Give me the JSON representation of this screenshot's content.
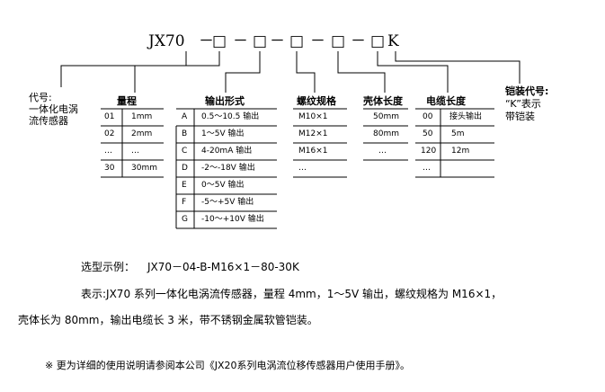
{
  "model_code": {
    "prefix": "JX70",
    "dash": "－",
    "box": "□",
    "suffix": "K"
  },
  "sensor_type": {
    "label": "代号:",
    "desc_line1": "一体化电涡",
    "desc_line2": "流传感器"
  },
  "range": {
    "header": "量程",
    "rows": [
      [
        "01",
        "1mm"
      ],
      [
        "02",
        "2mm"
      ],
      [
        "…",
        "…"
      ],
      [
        "30",
        "30mm"
      ]
    ]
  },
  "output": {
    "header": "输出形式",
    "rows": [
      [
        "A",
        "0.5～10.5 输出"
      ],
      [
        "B",
        "1～5V 输出"
      ],
      [
        "C",
        "4-20mA 输出"
      ],
      [
        "D",
        "-2～-18V 输出"
      ],
      [
        "E",
        "0～5V 输出"
      ],
      [
        "F",
        "-5～+5V 输出"
      ],
      [
        "G",
        "-10～+10V 输出"
      ]
    ]
  },
  "thread": {
    "header": "螺纹规格",
    "rows": [
      "M10×1",
      "M12×1",
      "M16×1",
      "…"
    ]
  },
  "housing": {
    "header": "壳体长度",
    "rows": [
      "50mm",
      "80mm",
      "…"
    ]
  },
  "cable": {
    "header": "电缆长度",
    "rows": [
      [
        "00",
        "接头输出"
      ],
      [
        "50",
        "5m"
      ],
      [
        "120",
        "12m"
      ],
      [
        "…",
        ""
      ]
    ]
  },
  "armor": {
    "label": "铠装代号:",
    "line2": "“K”表示",
    "line3": "带铠装"
  },
  "example": {
    "label": "选型示例：",
    "code": "JX70－04-B-M16×1－80-30K",
    "desc_line1": "表示:JX70 系列一体化电涡流传感器，量程 4mm，1～5V 输出，螺纹规格为 M16×1，",
    "desc_line2": "壳体长为 80mm，输出电缆长 3 米，带不锈钢金属软管铠装。"
  },
  "note": "※ 更为详细的使用说明请参阅本公司《JX20系列电涡流位移传感器用户使用手册》。"
}
